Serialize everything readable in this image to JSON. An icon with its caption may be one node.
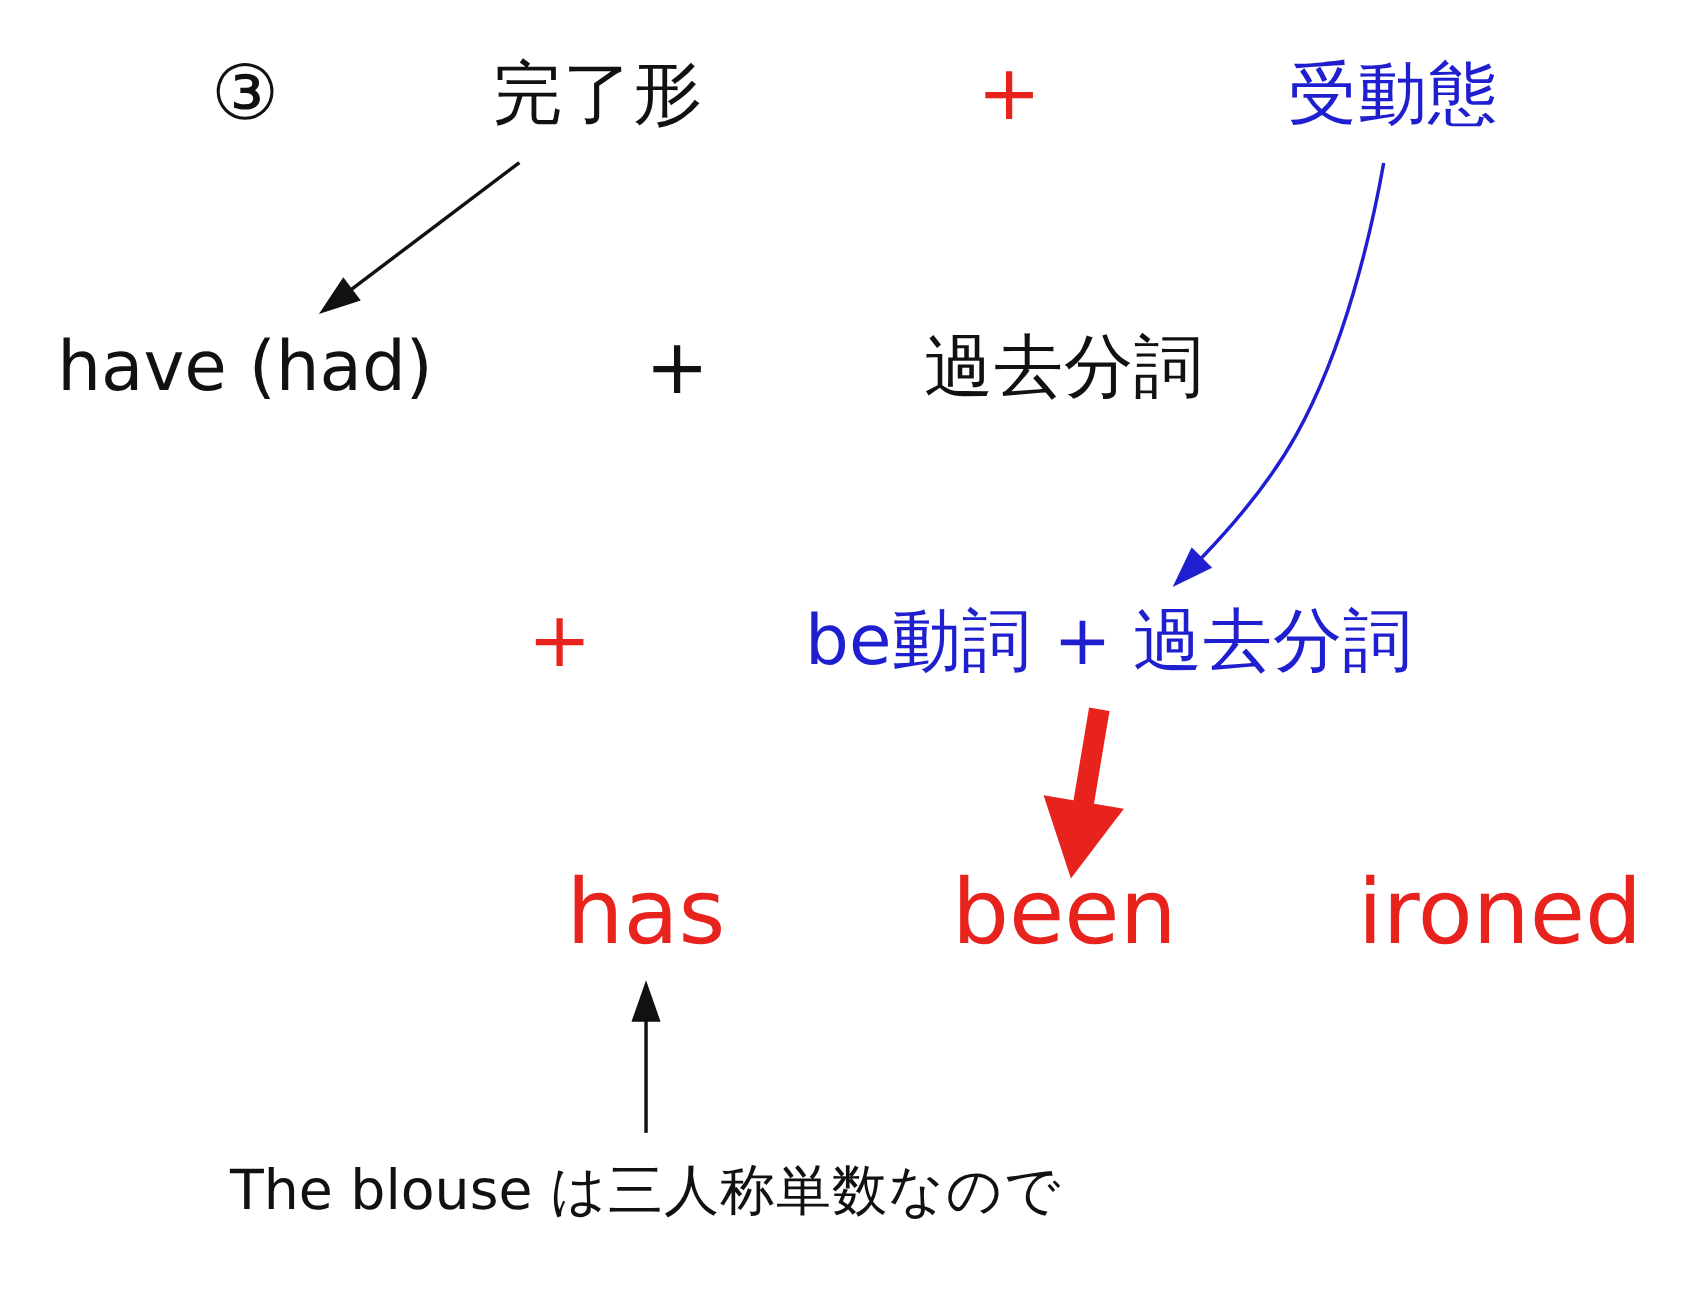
{
  "diagram": {
    "nodes": [
      {
        "text": [
          "完了形"
        ]
      },
      {
        "text": [
          "受動態"
        ]
      },
      {
        "text": [
          "have (had)"
        ]
      },
      {
        "text": [
          "過去分詞"
        ]
      },
      {
        "text": [
          "be動詞 + 過去分詞"
        ]
      },
      {
        "text": [
          "has"
        ]
      },
      {
        "text": [
          "been"
        ]
      },
      {
        "text": [
          "ironed"
        ]
      },
      {
        "text": [
          "The blouse は三人称単数なので"
        ]
      }
    ],
    "edges": [
      {
        "from": 0,
        "to": 2,
        "arrow": "to"
      },
      {
        "from": 1,
        "to": 4,
        "arrow": "to",
        "color": "#1f1fd0"
      },
      {
        "from": 4,
        "to": 6,
        "arrow": "to",
        "style": "thick",
        "color": "#e8231e"
      },
      {
        "from": 8,
        "to": 5,
        "arrow": "to"
      }
    ],
    "labels": [
      "③",
      "+",
      "+",
      "+"
    ]
  }
}
